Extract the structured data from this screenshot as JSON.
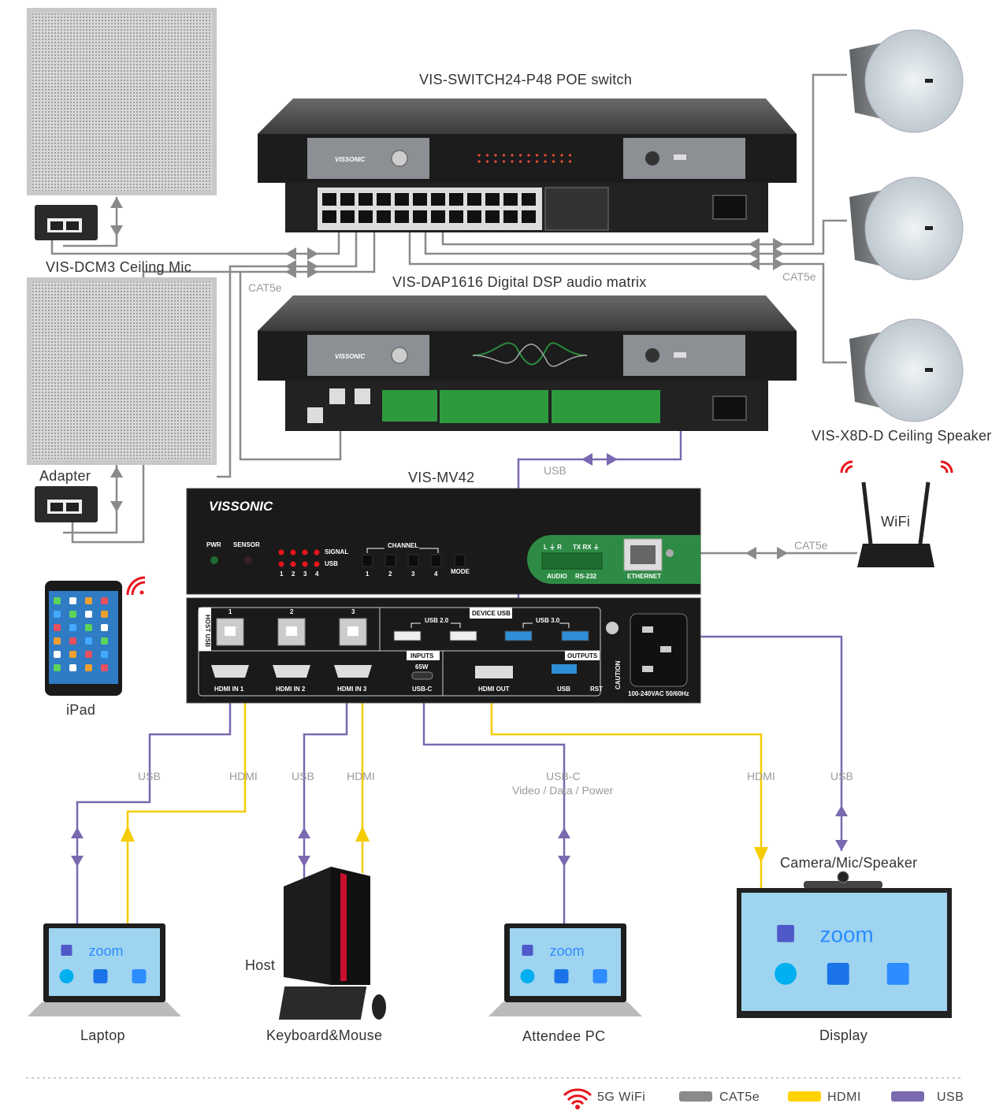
{
  "devices": {
    "switch": {
      "title": "VIS-SWITCH24-P48 POE switch",
      "brand": "VISSONIC"
    },
    "dsp": {
      "title": "VIS-DAP1616  Digital DSP audio matrix",
      "brand": "VISSONIC"
    },
    "mic": {
      "title": "VIS-DCM3 Ceiling Mic",
      "adapter_label": "Adapter"
    },
    "speaker": {
      "title": "VIS-X8D-D Ceiling Speaker"
    },
    "wifi": {
      "title": "WiFi"
    },
    "mv42": {
      "title": "VIS-MV42",
      "brand": "VISSONIC",
      "front": {
        "pwr": "PWR",
        "sensor": "SENSOR",
        "signal": "SIGNAL",
        "usb": "USB",
        "led_nums": [
          "1",
          "2",
          "3",
          "4"
        ],
        "channel": "CHANNEL",
        "channel_nums": [
          "1",
          "2",
          "3",
          "4"
        ],
        "mode": "MODE",
        "audio": "AUDIO",
        "audio_pins": "L  ⏚  R",
        "rs232": "RS-232",
        "rs232_pins": "TX RX ⏚",
        "ethernet": "ETHERNET"
      },
      "rear": {
        "host_usb": "HOST USB",
        "host_nums": [
          "1",
          "2",
          "3"
        ],
        "device_usb": "DEVICE USB",
        "usb20": "USB 2.0",
        "usb30": "USB 3.0",
        "inputs": "INPUTS",
        "outputs": "OUTPUTS",
        "hdmi_in": [
          "HDMI IN 1",
          "HDMI IN 2",
          "HDMI IN 3"
        ],
        "watt": "65W",
        "usbc": "USB-C",
        "hdmi_out": "HDMI OUT",
        "usb_out": "USB",
        "rst": "RST",
        "caution": "CAUTION",
        "power": "100-240VAC 50/60Hz"
      }
    },
    "ipad": {
      "title": "iPad"
    },
    "laptop": {
      "title": "Laptop"
    },
    "host": {
      "title": "Host",
      "kbd": "Keyboard&Mouse"
    },
    "attendee": {
      "title": "Attendee PC"
    },
    "display": {
      "title": "Display",
      "camera": "Camera/Mic/Speaker"
    },
    "app_label": "zoom"
  },
  "cable_labels": {
    "cat5e_left": "CAT5e",
    "cat5e_right": "CAT5e",
    "cat5e_wifi": "CAT5e",
    "usb_dsp": "USB",
    "usb_laptop": "USB",
    "hdmi_laptop": "HDMI",
    "usb_host": "USB",
    "hdmi_host": "HDMI",
    "usbc": "USB-C",
    "usbc_sub": "Video / Data / Power",
    "hdmi_display": "HDMI",
    "usb_camera": "USB"
  },
  "legend": [
    {
      "label": "5G WiFi",
      "color": "#e8141c"
    },
    {
      "label": "CAT5e",
      "color": "#8a8a8a"
    },
    {
      "label": "HDMI",
      "color": "#ffd200"
    },
    {
      "label": "USB",
      "color": "#7a68b0"
    }
  ]
}
